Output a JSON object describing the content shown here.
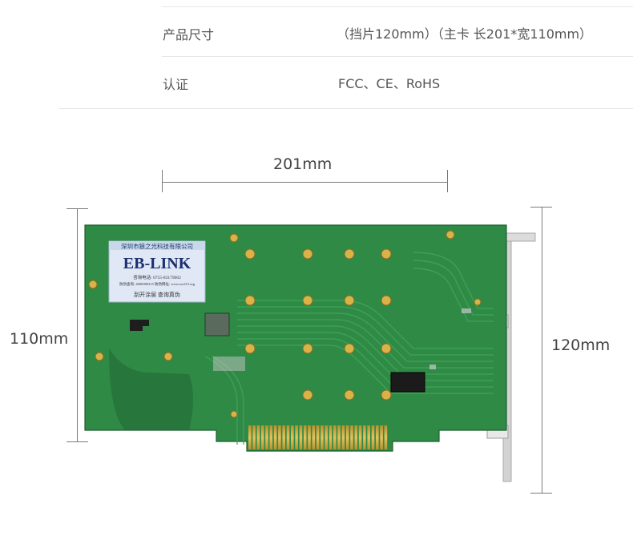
{
  "specs": [
    {
      "label": "产品尺寸",
      "value": "（挡片120mm）（主卡 长201*宽110mm）"
    },
    {
      "label": "认证",
      "value": "FCC、CE、RoHS"
    }
  ],
  "dimensions": {
    "length": "201mm",
    "width": "110mm",
    "height": "120mm"
  },
  "sticker": {
    "company": "深圳市狼之光科技有限公司",
    "brand": "EB-LINK",
    "hotline": "咨询电话: 0755-83179002",
    "antifake": "防伪查询: 4006986315 防伪网址: www.iso315.org",
    "scratch": "刮开涂层  查询真伪"
  },
  "colors": {
    "pcb": "#2f8a46",
    "pcb_dark": "#236d37",
    "gold": "#d9b24a",
    "bracket": "#cfcfcf"
  }
}
